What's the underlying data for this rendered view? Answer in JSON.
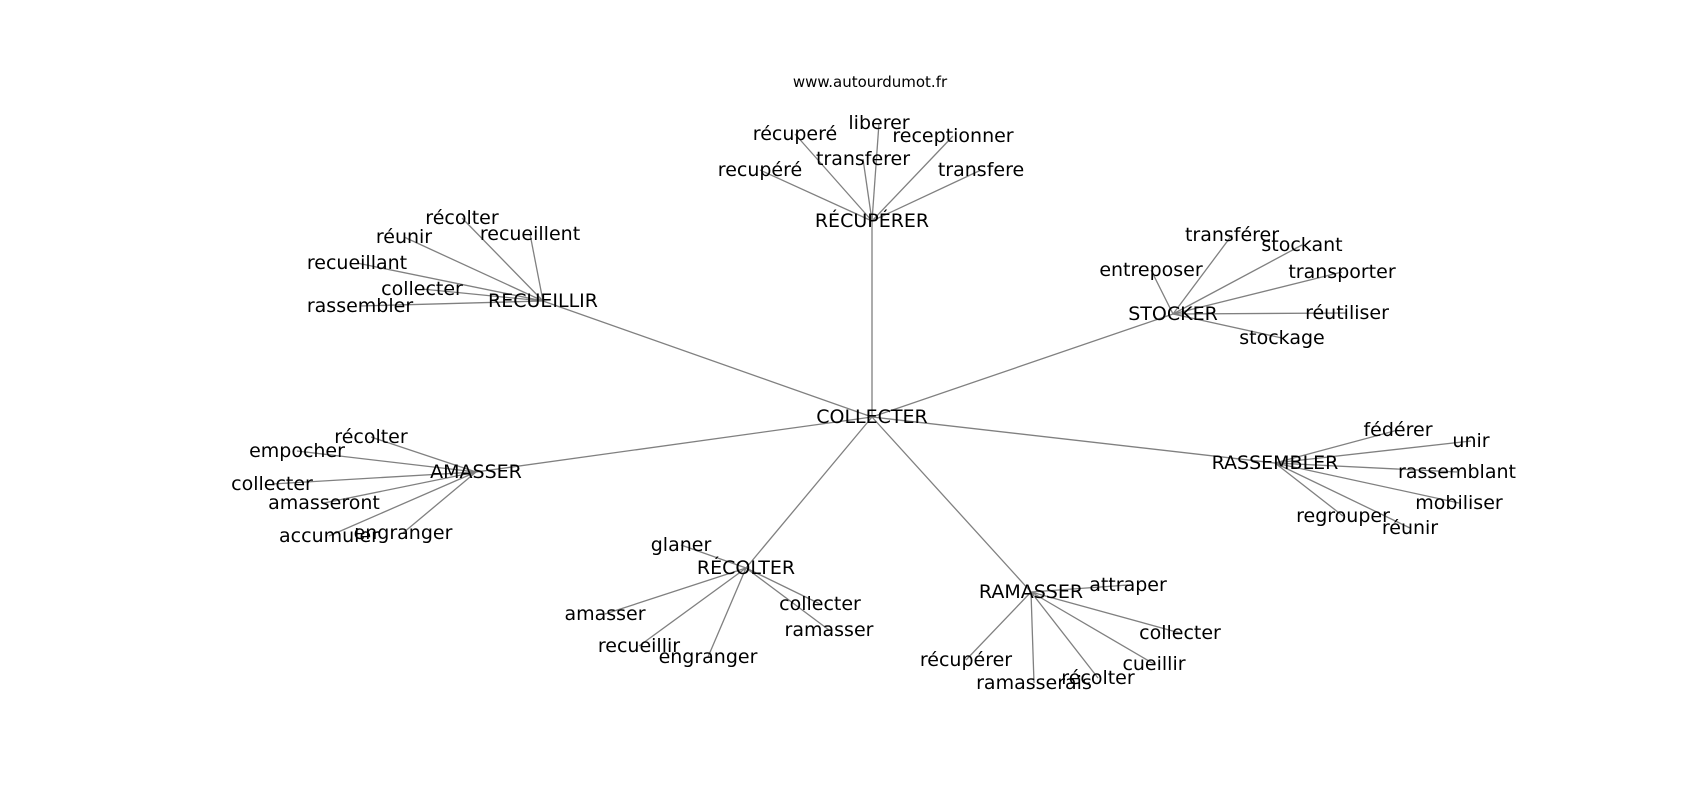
{
  "source": "www.autourdumot.fr",
  "root": "COLLECTER",
  "groups": [
    {
      "id": "recuperer",
      "label": "RÉCUPÉRER",
      "children": [
        "récuperé",
        "liberer",
        "receptionner",
        "transferer",
        "recupéré",
        "transfere"
      ]
    },
    {
      "id": "recueillir",
      "label": "RECUEILLIR",
      "children": [
        "récolter",
        "réunir",
        "recueillent",
        "recueillant",
        "collecter",
        "rassembler"
      ]
    },
    {
      "id": "stocker",
      "label": "STOCKER",
      "children": [
        "transférer",
        "stockant",
        "entreposer",
        "transporter",
        "réutiliser",
        "stockage"
      ]
    },
    {
      "id": "amasser",
      "label": "AMASSER",
      "children": [
        "récolter",
        "empocher",
        "collecter",
        "amasseront",
        "accumuler",
        "engranger"
      ]
    },
    {
      "id": "rassembler",
      "label": "RASSEMBLER",
      "children": [
        "fédérer",
        "unir",
        "rassemblant",
        "mobiliser",
        "regrouper",
        "réunir"
      ]
    },
    {
      "id": "recolter",
      "label": "RÉCOLTER",
      "children": [
        "glaner",
        "collecter",
        "amasser",
        "ramasser",
        "recueillir",
        "engranger"
      ]
    },
    {
      "id": "ramasser",
      "label": "RAMASSER",
      "children": [
        "attraper",
        "collecter",
        "récupérer",
        "cueillir",
        "ramasserais",
        "récolter"
      ]
    }
  ]
}
